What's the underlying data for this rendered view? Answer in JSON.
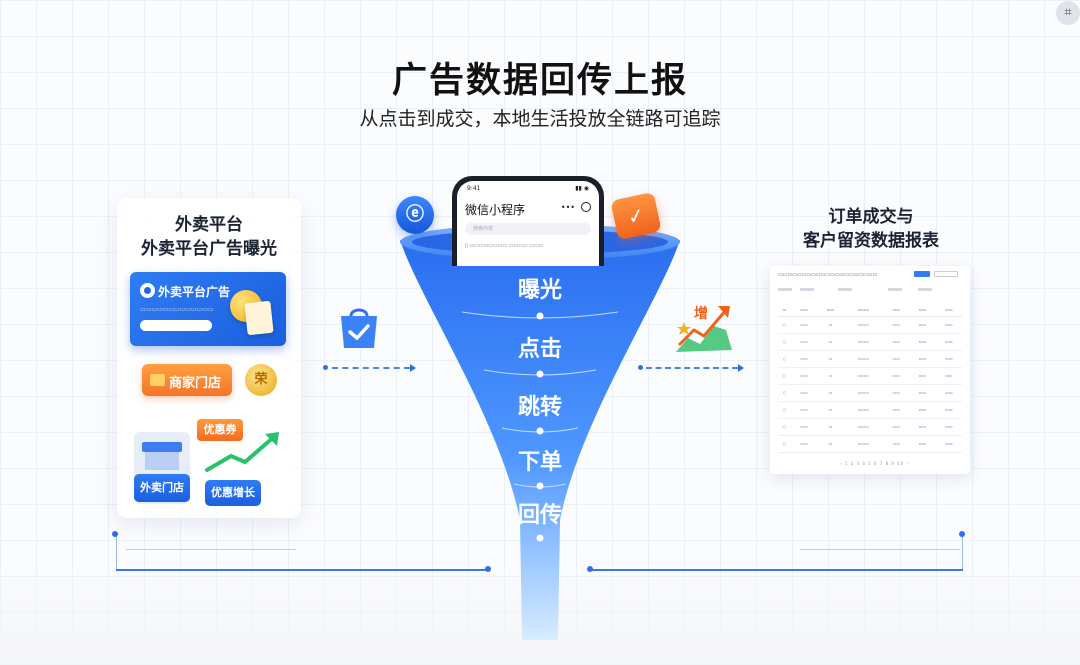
{
  "header": {
    "title": "广告数据回传上报",
    "subtitle": "从点击到成交，本地生活投放全链路可追踪"
  },
  "left_panel": {
    "heading_1": "外卖平台",
    "heading_2": "外卖平台广告曝光",
    "ad_card_title": "外卖平台广告",
    "store_tag": "商家门店",
    "medal_text": "荣",
    "coupon": "优惠券",
    "shop_button": "外卖门店",
    "growth_button": "优惠增长"
  },
  "phone": {
    "status_time": "9:41",
    "app_title": "微信小程序",
    "search_placeholder": "搜索内容"
  },
  "funnel": {
    "stages": [
      "曝光",
      "点击",
      "跳转",
      "下单",
      "回传"
    ]
  },
  "right_panel": {
    "heading_1": "订单成交与",
    "heading_2": "客户留资数据报表",
    "trend_icon_text": "增"
  },
  "colors": {
    "accent": "#2f6fe8",
    "funnel_top": "#2f7cf5",
    "funnel_bottom": "#bfe0ff",
    "orange": "#f5742a"
  },
  "icons": [
    "scan-icon",
    "wechat-badge-icon",
    "check-badge-icon",
    "shopping-bag-icon",
    "trend-up-icon",
    "medal-icon"
  ]
}
